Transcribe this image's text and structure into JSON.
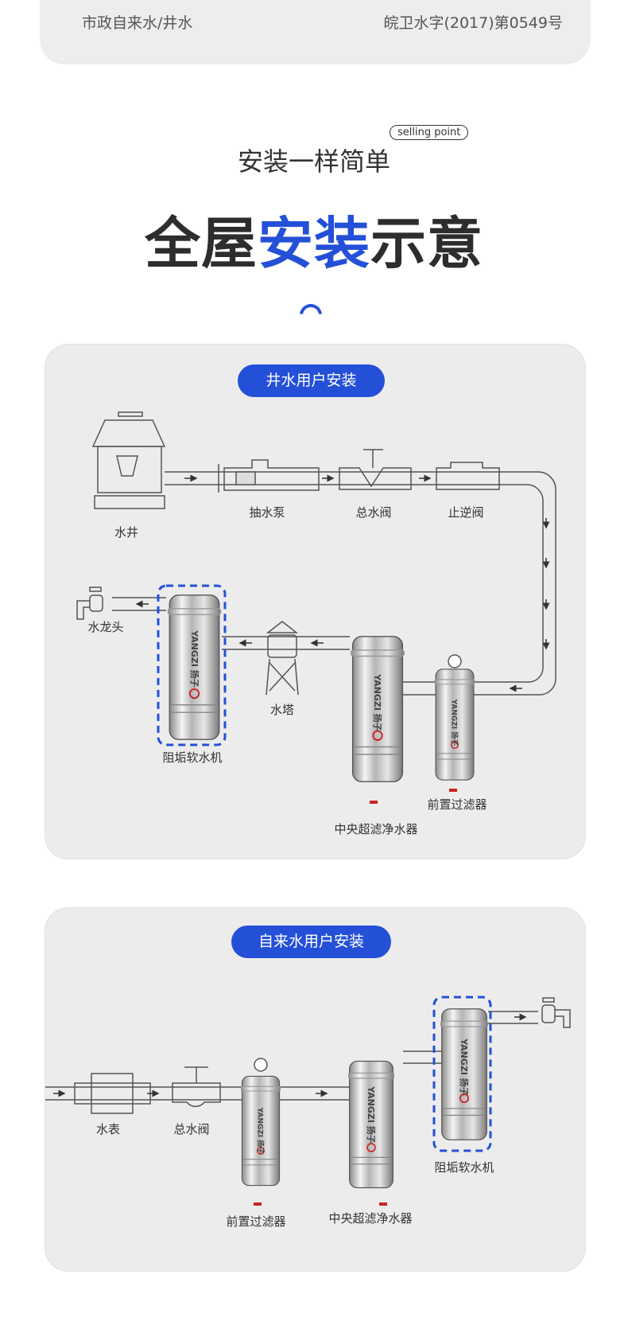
{
  "top_card": {
    "left_text": "市政自来水/井水",
    "right_text": "皖卫水字(2017)第0549号"
  },
  "header": {
    "subtitle": "安装一样简单",
    "badge": "selling point",
    "title_part1": "全屋",
    "title_part2": "安装",
    "title_part3": "示意"
  },
  "well_section": {
    "pill": "井水用户安装",
    "labels": {
      "well": "水井",
      "pump": "抽水泵",
      "main_valve": "总水阀",
      "check_valve": "止逆阀",
      "faucet": "水龙头",
      "softener": "阻垢软水机",
      "tower": "水塔",
      "central": "中央超滤净水器",
      "prefilter": "前置过滤器"
    }
  },
  "tap_section": {
    "pill": "自来水用户安装",
    "labels": {
      "meter": "水表",
      "main_valve": "总水阀",
      "prefilter": "前置过滤器",
      "central": "中央超滤净水器",
      "softener": "阻垢软水机"
    }
  },
  "colors": {
    "accent": "#2450d8",
    "card_bg": "#ececec",
    "text": "#333333",
    "valve_red": "#d02020"
  },
  "brand_mark": "YANGZI 扬子"
}
